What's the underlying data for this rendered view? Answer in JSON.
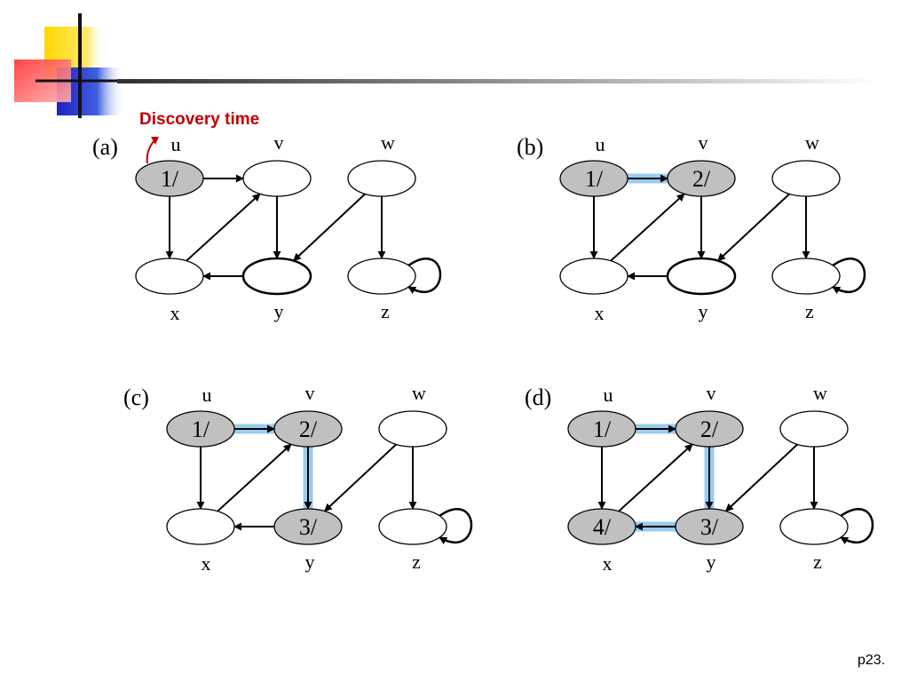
{
  "annotation": {
    "discovery_label": "Discovery time"
  },
  "footer": {
    "page": "p23."
  },
  "colors": {
    "discovered_fill": "#c0c0c0",
    "tree_edge_highlight": "#99ccee",
    "annotation": "#c00000"
  },
  "panels": [
    {
      "id": "a",
      "label": "(a)",
      "nodes": [
        {
          "id": "u",
          "name": "u",
          "time": "1/",
          "discovered": true
        },
        {
          "id": "v",
          "name": "v",
          "time": "",
          "discovered": false
        },
        {
          "id": "w",
          "name": "w",
          "time": "",
          "discovered": false
        },
        {
          "id": "x",
          "name": "x",
          "time": "",
          "discovered": false
        },
        {
          "id": "y",
          "name": "y",
          "time": "",
          "discovered": false
        },
        {
          "id": "z",
          "name": "z",
          "time": "",
          "discovered": false
        }
      ],
      "tree_edges": []
    },
    {
      "id": "b",
      "label": "(b)",
      "nodes": [
        {
          "id": "u",
          "name": "u",
          "time": "1/",
          "discovered": true
        },
        {
          "id": "v",
          "name": "v",
          "time": "2/",
          "discovered": true
        },
        {
          "id": "w",
          "name": "w",
          "time": "",
          "discovered": false
        },
        {
          "id": "x",
          "name": "x",
          "time": "",
          "discovered": false
        },
        {
          "id": "y",
          "name": "y",
          "time": "",
          "discovered": false
        },
        {
          "id": "z",
          "name": "z",
          "time": "",
          "discovered": false
        }
      ],
      "tree_edges": [
        "u-v"
      ]
    },
    {
      "id": "c",
      "label": "(c)",
      "nodes": [
        {
          "id": "u",
          "name": "u",
          "time": "1/",
          "discovered": true
        },
        {
          "id": "v",
          "name": "v",
          "time": "2/",
          "discovered": true
        },
        {
          "id": "w",
          "name": "w",
          "time": "",
          "discovered": false
        },
        {
          "id": "x",
          "name": "x",
          "time": "",
          "discovered": false
        },
        {
          "id": "y",
          "name": "y",
          "time": "3/",
          "discovered": true
        },
        {
          "id": "z",
          "name": "z",
          "time": "",
          "discovered": false
        }
      ],
      "tree_edges": [
        "u-v",
        "v-y"
      ]
    },
    {
      "id": "d",
      "label": "(d)",
      "nodes": [
        {
          "id": "u",
          "name": "u",
          "time": "1/",
          "discovered": true
        },
        {
          "id": "v",
          "name": "v",
          "time": "2/",
          "discovered": true
        },
        {
          "id": "w",
          "name": "w",
          "time": "",
          "discovered": false
        },
        {
          "id": "x",
          "name": "x",
          "time": "4/",
          "discovered": true
        },
        {
          "id": "y",
          "name": "y",
          "time": "3/",
          "discovered": true
        },
        {
          "id": "z",
          "name": "z",
          "time": "",
          "discovered": false
        }
      ],
      "tree_edges": [
        "u-v",
        "v-y",
        "y-x"
      ]
    }
  ],
  "edges": [
    {
      "id": "u-v",
      "from": "u",
      "to": "v"
    },
    {
      "id": "u-x",
      "from": "u",
      "to": "x"
    },
    {
      "id": "x-v",
      "from": "x",
      "to": "v"
    },
    {
      "id": "v-y",
      "from": "v",
      "to": "y"
    },
    {
      "id": "y-x",
      "from": "y",
      "to": "x"
    },
    {
      "id": "w-y",
      "from": "w",
      "to": "y"
    },
    {
      "id": "w-z",
      "from": "w",
      "to": "z"
    },
    {
      "id": "z-z",
      "from": "z",
      "to": "z"
    }
  ]
}
